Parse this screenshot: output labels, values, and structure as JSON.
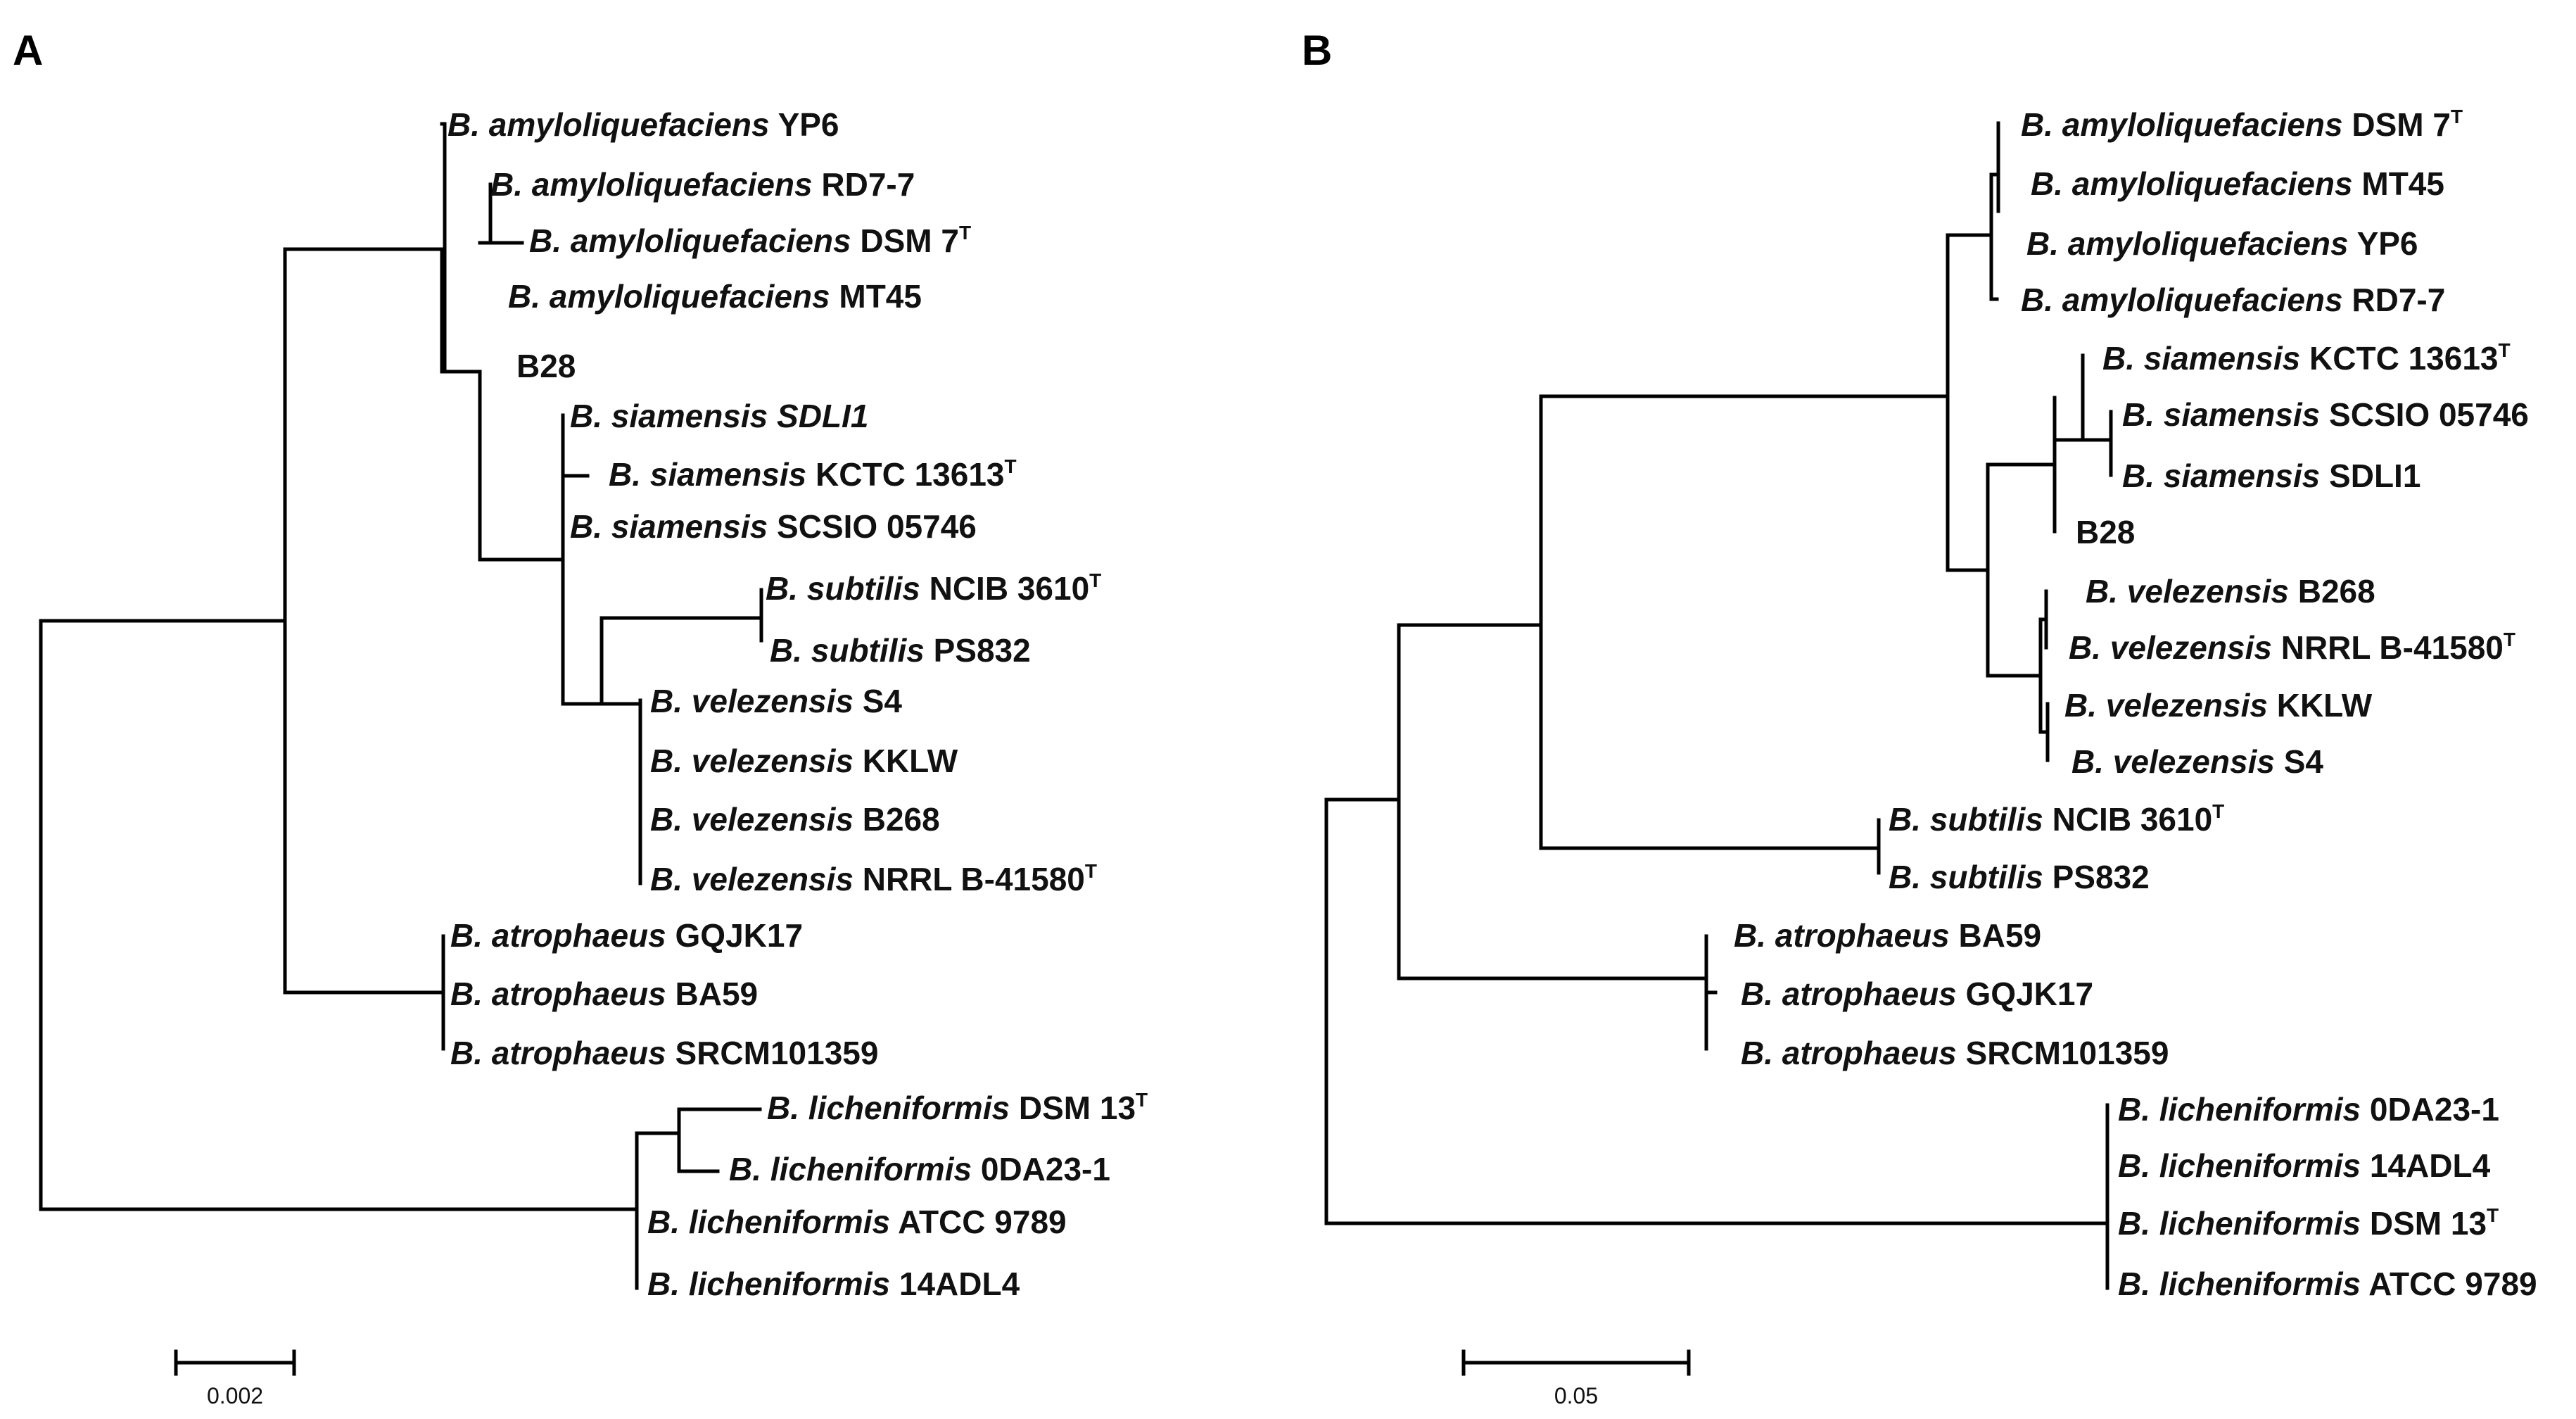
{
  "panels": [
    {
      "label": "A",
      "scale_bar": "0.002",
      "leaves": [
        {
          "species": "B. amyloliquefaciens",
          "strain": "YP6",
          "sup": ""
        },
        {
          "species": "B. amyloliquefaciens",
          "strain": "RD7-7",
          "sup": ""
        },
        {
          "species": "B. amyloliquefaciens",
          "strain": "DSM 7",
          "sup": "T"
        },
        {
          "species": "B. amyloliquefaciens",
          "strain": "MT45",
          "sup": ""
        },
        {
          "species": "",
          "strain": "B28",
          "sup": ""
        },
        {
          "species": "B. siamensis SDLI1",
          "strain": "",
          "sup": ""
        },
        {
          "species": "B. siamensis",
          "strain": "KCTC 13613",
          "sup": "T"
        },
        {
          "species": "B. siamensis",
          "strain": "SCSIO 05746",
          "sup": ""
        },
        {
          "species": "B. subtilis",
          "strain": "NCIB 3610",
          "sup": "T"
        },
        {
          "species": "B. subtilis",
          "strain": "PS832",
          "sup": ""
        },
        {
          "species": "B. velezensis",
          "strain": "S4",
          "sup": ""
        },
        {
          "species": "B. velezensis",
          "strain": "KKLW",
          "sup": ""
        },
        {
          "species": "B. velezensis",
          "strain": "B268",
          "sup": ""
        },
        {
          "species": "B. velezensis",
          "strain": "NRRL B-41580",
          "sup": "T"
        },
        {
          "species": "B. atrophaeus",
          "strain": "GQJK17",
          "sup": ""
        },
        {
          "species": "B. atrophaeus",
          "strain": "BA59",
          "sup": ""
        },
        {
          "species": "B. atrophaeus",
          "strain": "SRCM101359",
          "sup": ""
        },
        {
          "species": "B. licheniformis",
          "strain": "DSM 13",
          "sup": "T"
        },
        {
          "species": "B. licheniformis",
          "strain": "0DA23-1",
          "sup": ""
        },
        {
          "species": "B. licheniformis",
          "strain": "ATCC 9789",
          "sup": ""
        },
        {
          "species": "B. licheniformis",
          "strain": "14ADL4",
          "sup": ""
        }
      ]
    },
    {
      "label": "B",
      "scale_bar": "0.05",
      "leaves": [
        {
          "species": "B. amyloliquefaciens",
          "strain": "DSM 7",
          "sup": "T"
        },
        {
          "species": "B. amyloliquefaciens",
          "strain": "MT45",
          "sup": ""
        },
        {
          "species": "B. amyloliquefaciens",
          "strain": "YP6",
          "sup": ""
        },
        {
          "species": "B. amyloliquefaciens",
          "strain": "RD7-7",
          "sup": ""
        },
        {
          "species": "B. siamensis",
          "strain": "KCTC 13613",
          "sup": "T"
        },
        {
          "species": "B. siamensis",
          "strain": "SCSIO 05746",
          "sup": ""
        },
        {
          "species": "B. siamensis",
          "strain": "SDLI1",
          "sup": ""
        },
        {
          "species": "",
          "strain": "B28",
          "sup": ""
        },
        {
          "species": "B. velezensis",
          "strain": "B268",
          "sup": ""
        },
        {
          "species": "B. velezensis",
          "strain": "NRRL B-41580",
          "sup": "T"
        },
        {
          "species": "B. velezensis",
          "strain": "KKLW",
          "sup": ""
        },
        {
          "species": "B. velezensis",
          "strain": "S4",
          "sup": ""
        },
        {
          "species": "B. subtilis",
          "strain": "NCIB 3610",
          "sup": "T"
        },
        {
          "species": "B. subtilis",
          "strain": "PS832",
          "sup": ""
        },
        {
          "species": "B. atrophaeus",
          "strain": "BA59",
          "sup": ""
        },
        {
          "species": "B. atrophaeus",
          "strain": "GQJK17",
          "sup": ""
        },
        {
          "species": "B. atrophaeus",
          "strain": "SRCM101359",
          "sup": ""
        },
        {
          "species": "B. licheniformis",
          "strain": "0DA23-1",
          "sup": ""
        },
        {
          "species": "B. licheniformis",
          "strain": "14ADL4",
          "sup": ""
        },
        {
          "species": "B. licheniformis",
          "strain": "DSM 13",
          "sup": "T"
        },
        {
          "species": "B. licheniformis",
          "strain": "ATCC 9789",
          "sup": ""
        }
      ]
    }
  ]
}
